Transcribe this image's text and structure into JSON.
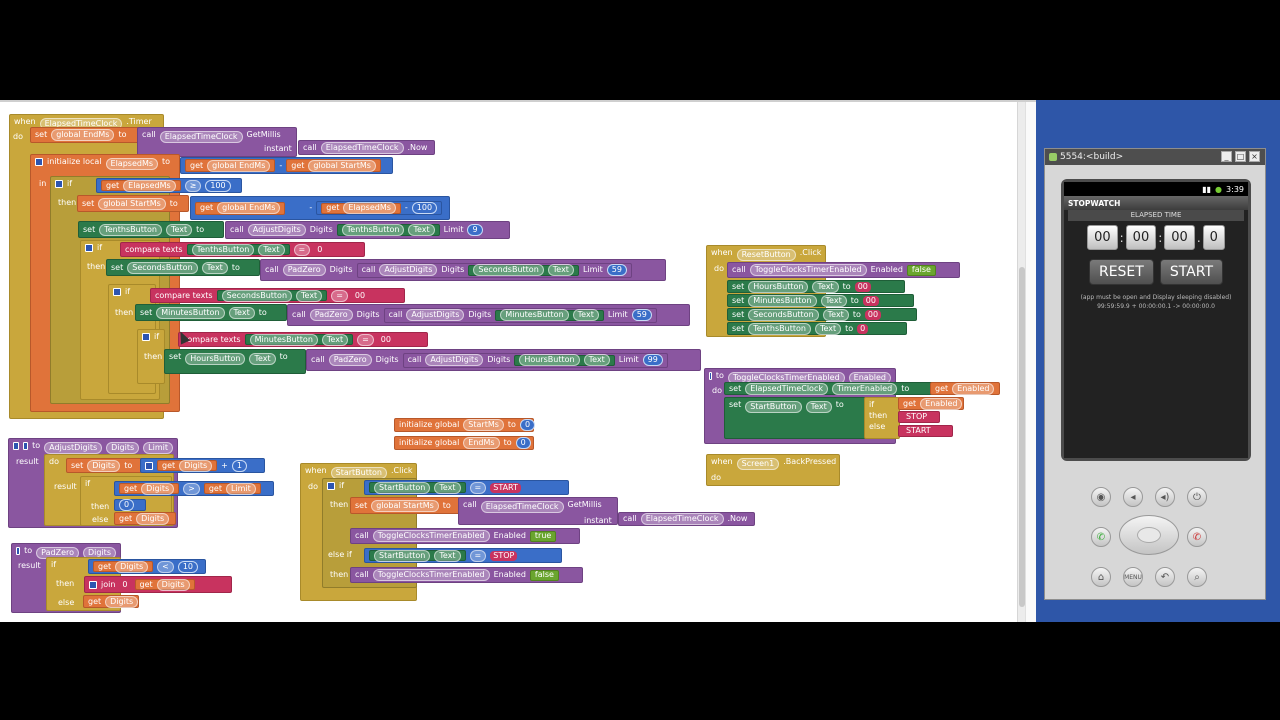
{
  "timer_event": {
    "when": "when",
    "component": "ElapsedTimeClock",
    "event": ".Timer",
    "do": "do",
    "set1": "set",
    "var_end": "global EndMs",
    "to": "to",
    "call": "call",
    "clock": "ElapsedTimeClock",
    "getmillis": "GetMillis",
    "instant": "instant",
    "now": ".Now",
    "init_local": "initialize local",
    "elapsed_var": "ElapsedMs",
    "get": "get",
    "global_end": "global EndMs",
    "minus": "-",
    "global_start": "global StartMs",
    "in": "in",
    "if": "if",
    "get_elapsed": "ElapsedMs",
    "gte": "≥",
    "n100": "100",
    "then": "then",
    "set_start": "global StartMs",
    "tenths_button": "TenthsButton",
    "text": "Text",
    "adjust": "AdjustDigits",
    "digits": "Digits",
    "limit": "Limit",
    "n9": "9",
    "compare": "compare texts",
    "eq": "=",
    "zero": "0",
    "seconds_button": "SecondsButton",
    "padzero": "PadZero",
    "n59": "59",
    "zero2": "00",
    "minutes_button": "MinutesButton",
    "hours_button": "HoursButton",
    "n99": "99"
  },
  "adjust_proc": {
    "to": "to",
    "name": "AdjustDigits",
    "p1": "Digits",
    "p2": "Limit",
    "result": "result",
    "do": "do",
    "set": "set",
    "digits": "Digits",
    "to2": "to",
    "get": "get",
    "plus": "+",
    "n1": "1",
    "if": "if",
    "gt": ">",
    "limit": "Limit",
    "then": "then",
    "zero": "0",
    "else": "else"
  },
  "pad_proc": {
    "to": "to",
    "name": "PadZero",
    "p1": "Digits",
    "result": "result",
    "if": "if",
    "get": "get",
    "digits": "Digits",
    "lt": "<",
    "n10": "10",
    "then": "then",
    "join": "join",
    "zero": "0",
    "else": "else"
  },
  "globals": {
    "init": "initialize global",
    "start": "StartMs",
    "end": "EndMs",
    "to": "to",
    "zero": "0"
  },
  "start_click": {
    "when": "when",
    "component": "StartButton",
    "event": ".Click",
    "do": "do",
    "if": "if",
    "text": "Text",
    "eq": "=",
    "start_str": "START",
    "then": "then",
    "set": "set",
    "global_start": "global StartMs",
    "to": "to",
    "call": "call",
    "clock": "ElapsedTimeClock",
    "getmillis": "GetMillis",
    "instant": "instant",
    "now": ".Now",
    "toggle": "ToggleClocksTimerEnabled",
    "enabled": "Enabled",
    "true": "true",
    "elseif": "else if",
    "stop_str": "STOP",
    "false": "false"
  },
  "reset_click": {
    "when": "when",
    "component": "ResetButton",
    "event": ".Click",
    "do": "do",
    "call": "call",
    "toggle": "ToggleClocksTimerEnabled",
    "enabled": "Enabled",
    "false": "false",
    "set": "set",
    "hours": "HoursButton",
    "minutes": "MinutesButton",
    "seconds": "SecondsButton",
    "tenths": "TenthsButton",
    "text": "Text",
    "to": "to",
    "zero2": "00",
    "zero": "0"
  },
  "toggle_proc": {
    "to": "to",
    "name": "ToggleClocksTimerEnabled",
    "p1": "Enabled",
    "do": "do",
    "set": "set",
    "clock": "ElapsedTimeClock",
    "timer_enabled": "TimerEnabled",
    "to2": "to",
    "get": "get",
    "enabled": "Enabled",
    "start_button": "StartButton",
    "text": "Text",
    "if": "if",
    "then": "then",
    "stop": "STOP",
    "else": "else",
    "start": "START"
  },
  "back_pressed": {
    "when": "when",
    "component": "Screen1",
    "event": ".BackPressed",
    "do": "do"
  },
  "emulator": {
    "title": "5554:<build>",
    "status_time": "3:39",
    "app_title": "STOPWATCH",
    "elapsed_label": "ELAPSED TIME",
    "hours": "00",
    "minutes": "00",
    "seconds": "00",
    "tenths": "0",
    "colon": ":",
    "reset": "RESET",
    "start": "START",
    "note1": "(app must be open and Display sleeping disabled)",
    "note2": "99:59:59.9 + 00:00:00.1 -> 00:00:00.0"
  }
}
